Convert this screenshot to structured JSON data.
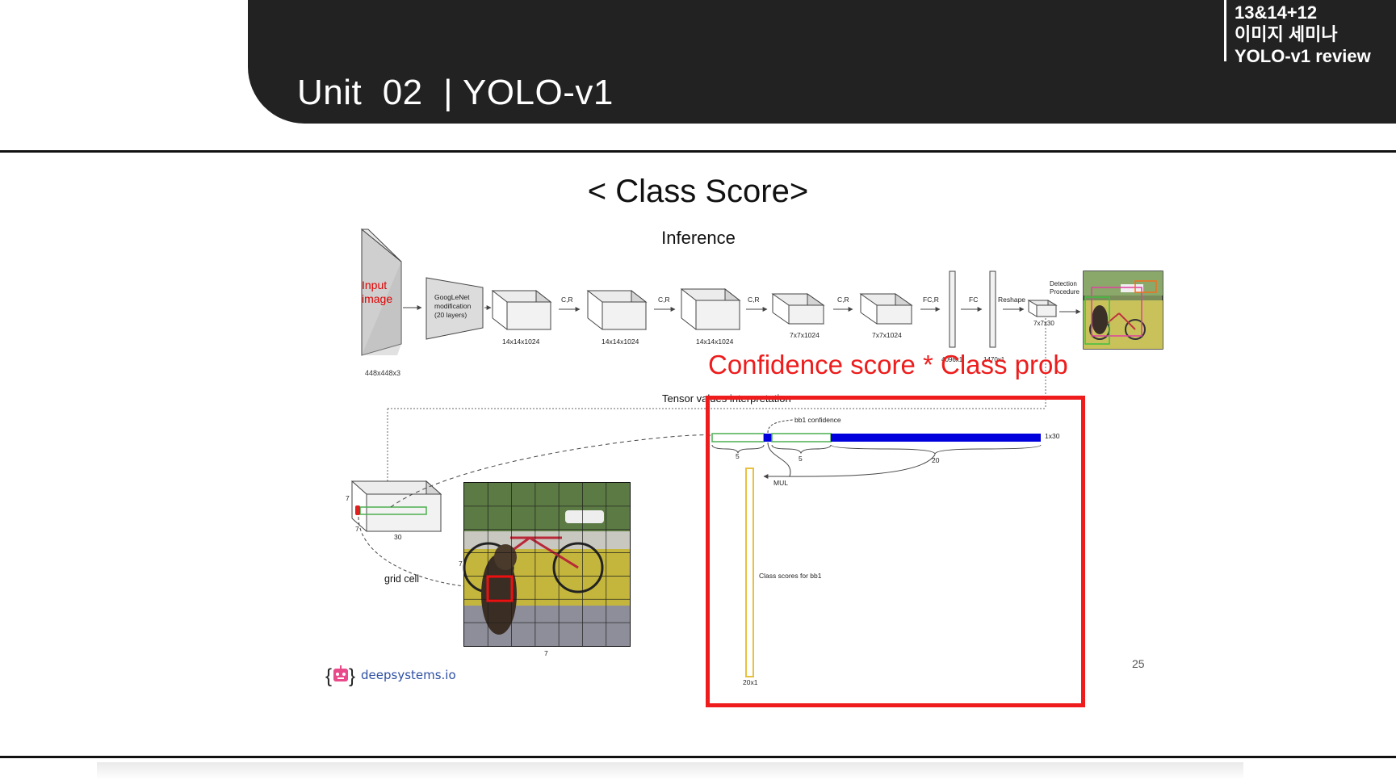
{
  "header": {
    "unit_title": "Unit  02  | YOLO-v1",
    "side_notes": [
      "13&14+12",
      "이미지 세미나",
      "YOLO-v1 review"
    ]
  },
  "slide": {
    "heading": "< Class Score>",
    "overlay_label": "Confidence score * Class prob",
    "page_number": "25"
  },
  "figure": {
    "title": "Inference",
    "input_label": "Input image",
    "input_size": "448x448x3",
    "googlenet_lines": [
      "GoogLeNet",
      "modification",
      "(20 layers)"
    ],
    "block_labels": [
      "14x14x1024",
      "14x14x1024",
      "14x14x1024",
      "7x7x1024",
      "7x7x1024"
    ],
    "arrow_labels": [
      "C,R",
      "C,R",
      "C,R",
      "C,R",
      "FC,R",
      "FC",
      "Reshape"
    ],
    "fc_sizes": [
      "4096x1",
      "1470x1"
    ],
    "output_size": "7x7x30",
    "detection_lines": [
      "Detection",
      "Procedure"
    ],
    "tensor_title": "Tensor values interpretation",
    "bb1_confidence": "bb1 confidence",
    "vector_size": "1x30",
    "segments": [
      "5",
      "5",
      "20"
    ],
    "mul": "MUL",
    "class_scores": "Class scores for bb1",
    "class_scores_size": "20x1",
    "grid_cell": "grid cell",
    "tensor_dims": [
      "7",
      "7",
      "30"
    ],
    "image_dims": [
      "7",
      "7"
    ],
    "brand": "deepsystems.io"
  },
  "colors": {
    "header_bg": "#222222",
    "accent_red": "#ee1c1c",
    "green": "#4caf50",
    "blue": "#0000dd",
    "yellow": "#e8c040"
  }
}
